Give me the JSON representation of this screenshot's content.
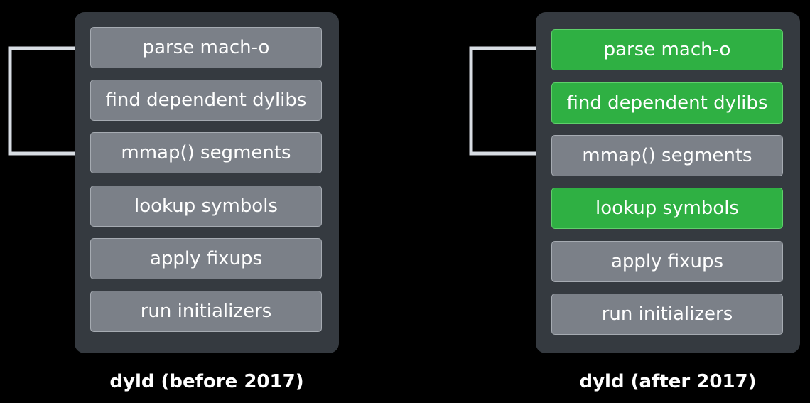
{
  "panels": [
    {
      "caption": "dyld (before 2017)",
      "steps": [
        {
          "label": "parse mach-o",
          "state": "gray"
        },
        {
          "label": "find dependent dylibs",
          "state": "gray"
        },
        {
          "label": "mmap() segments",
          "state": "gray"
        },
        {
          "label": "lookup symbols",
          "state": "gray"
        },
        {
          "label": "apply fixups",
          "state": "gray"
        },
        {
          "label": "run initializers",
          "state": "gray"
        }
      ]
    },
    {
      "caption": "dyld (after 2017)",
      "steps": [
        {
          "label": "parse mach-o",
          "state": "green"
        },
        {
          "label": "find dependent dylibs",
          "state": "green"
        },
        {
          "label": "mmap() segments",
          "state": "gray"
        },
        {
          "label": "lookup symbols",
          "state": "green"
        },
        {
          "label": "apply fixups",
          "state": "gray"
        },
        {
          "label": "run initializers",
          "state": "gray"
        }
      ]
    }
  ],
  "colors": {
    "background": "#000000",
    "panel": "#353a40",
    "step_gray": "#7b8088",
    "step_green": "#2fb043",
    "arrow": "#d8dde3"
  },
  "icons": {
    "loop_arrow": "loop-back-arrow-icon"
  }
}
